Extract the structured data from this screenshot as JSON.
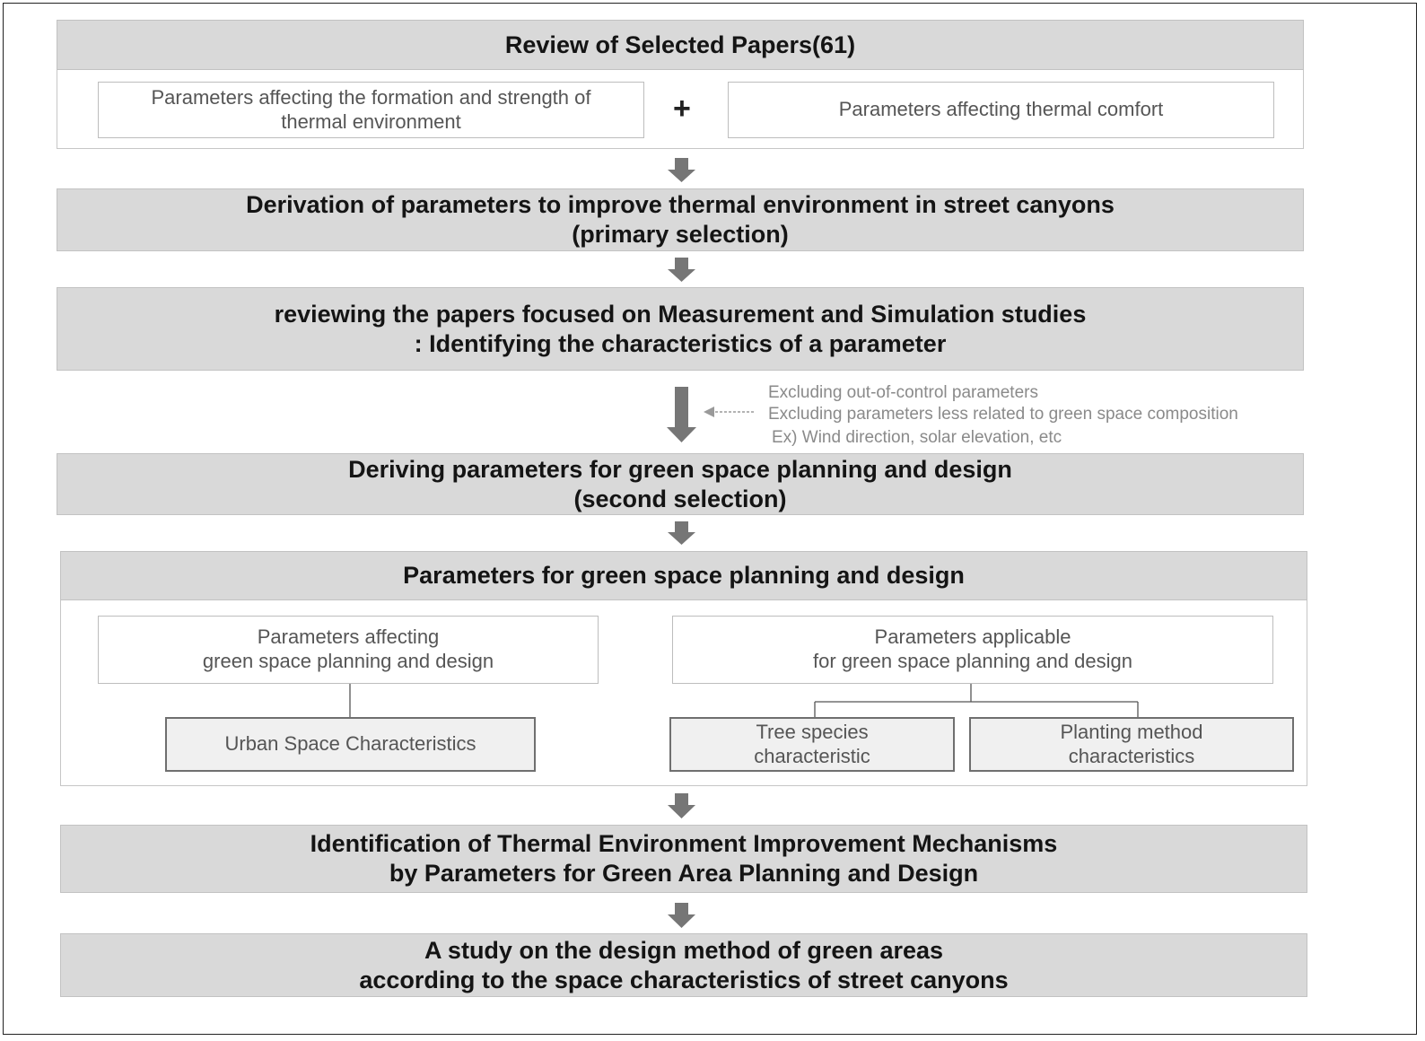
{
  "review": {
    "title": "Review of Selected Papers(61)",
    "left_param": "Parameters affecting the formation and strength of\nthermal environment",
    "plus": "+",
    "right_param": "Parameters affecting thermal comfort"
  },
  "step_derivation": "Derivation of parameters to improve thermal environment in street canyons\n(primary selection)",
  "step_reviewing": "reviewing the papers focused on Measurement and Simulation studies\n: Identifying the characteristics of a parameter",
  "exclusion_notes": [
    "Excluding out-of-control parameters",
    "Excluding parameters less related to green space composition",
    "Ex) Wind direction, solar elevation, etc"
  ],
  "step_deriving": "Deriving parameters for green space planning and design\n(second selection)",
  "params_panel": {
    "title": "Parameters for green space planning and design",
    "affecting": "Parameters affecting\ngreen space planning and design",
    "applicable": "Parameters applicable\nfor green space planning and design",
    "urban": "Urban Space Characteristics",
    "tree": "Tree species\ncharacteristic",
    "planting": "Planting method\ncharacteristics"
  },
  "step_identification": "Identification of Thermal Environment Improvement Mechanisms\nby Parameters for Green Area Planning and Design",
  "step_study": "A study on the design method of green areas\naccording to the space characteristics of street canyons",
  "colors": {
    "header_fill": "#d9d9d9",
    "arrow": "#767676",
    "note_text": "#8a8a8a",
    "sub_fill": "#f0f0f0"
  }
}
